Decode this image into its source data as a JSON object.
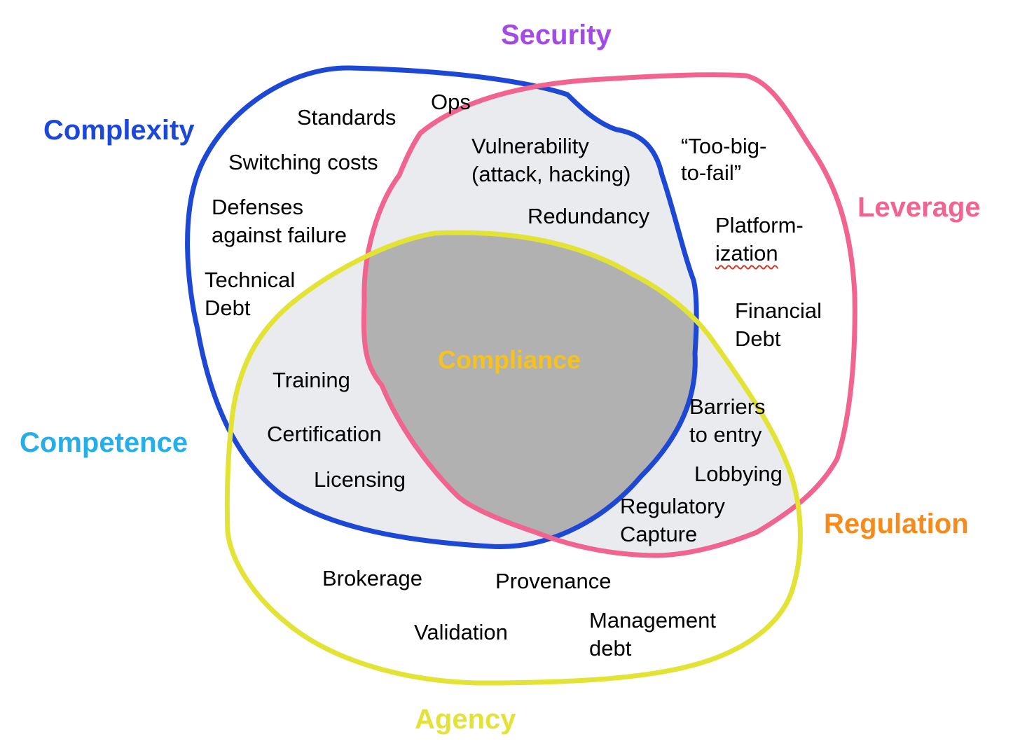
{
  "colors": {
    "complexity": "#1d48d6",
    "security": "#a24be6",
    "leverage": "#f0648f",
    "competence": "#27aee8",
    "regulation": "#f68a1b",
    "agency": "#e2e334",
    "compliance": "#f6c21b",
    "inner_fill": "#e9ebee",
    "core_fill": "#b1b1b1"
  },
  "headings": {
    "security": "Security",
    "complexity": "Complexity",
    "leverage": "Leverage",
    "competence": "Competence",
    "regulation": "Regulation",
    "agency": "Agency",
    "compliance": "Compliance"
  },
  "items": {
    "ops": "Ops",
    "standards": "Standards",
    "switching_costs": "Switching costs",
    "defenses_1": "Defenses",
    "defenses_2": "against failure",
    "technical_1": "Technical",
    "technical_2": "Debt",
    "vulnerability_1": "Vulnerability",
    "vulnerability_2": "(attack, hacking)",
    "redundancy": "Redundancy",
    "too_big_1": "“Too-big-",
    "too_big_2": "to-fail”",
    "platform_1": "Platform-",
    "platform_2": "ization",
    "financial_1": "Financial",
    "financial_2": "Debt",
    "training": "Training",
    "certification": "Certification",
    "licensing": "Licensing",
    "barriers_1": "Barriers",
    "barriers_2": "to entry",
    "lobbying": "Lobbying",
    "regulatory_1": "Regulatory",
    "regulatory_2": "Capture",
    "brokerage": "Brokerage",
    "provenance": "Provenance",
    "validation": "Validation",
    "management_1": "Management",
    "management_2": "debt"
  }
}
